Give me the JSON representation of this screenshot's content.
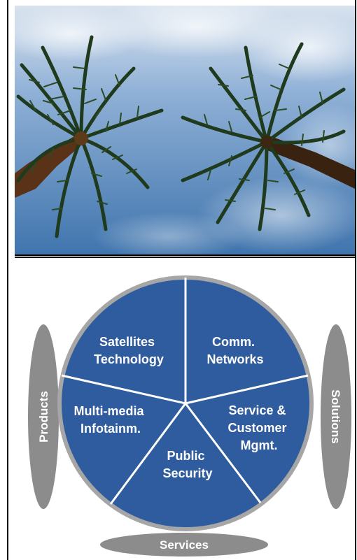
{
  "photo": {
    "subject": "palm-trees-under-sky"
  },
  "diagram": {
    "segments": [
      {
        "line1": "Satellites",
        "line2": "Technology"
      },
      {
        "line1": "Comm.",
        "line2": "Networks"
      },
      {
        "line1": "Service &",
        "line2": "Customer",
        "line3": "Mgmt."
      },
      {
        "line1": "Public",
        "line2": "Security"
      },
      {
        "line1": "Multi-media",
        "line2": "Infotainm."
      }
    ],
    "pills": {
      "left": "Products",
      "right": "Solutions",
      "bottom": "Services"
    },
    "colors": {
      "segment_fill": "#2E5C9E",
      "ring": "#A6A6A6",
      "pill_fill": "#8C8C8C",
      "divider": "#ffffff"
    }
  }
}
